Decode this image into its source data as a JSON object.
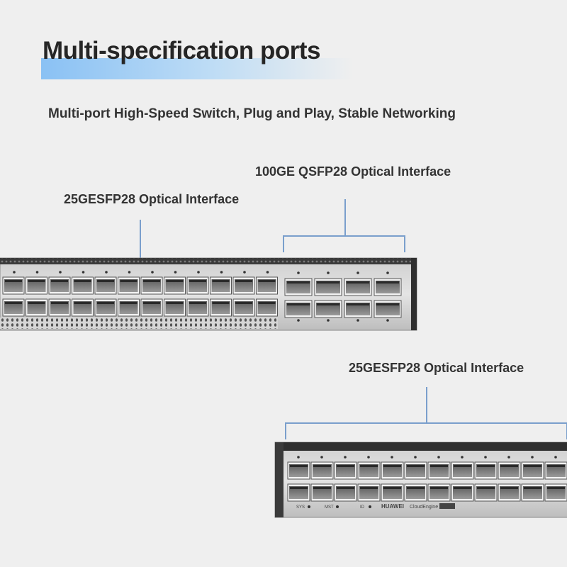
{
  "header": {
    "title": "Multi-specification ports",
    "subtitle": "Multi-port High-Speed Switch, Plug and Play, Stable Networking"
  },
  "callouts": {
    "qsfp_label": "100GE QSFP28 Optical Interface",
    "sfp_label_front": "25GESFP28 Optical Interface",
    "sfp_label_second": "25GESFP28 Optical Interface"
  },
  "device_panel": {
    "brand": "HUAWEI",
    "product_line": "CloudEngine",
    "indicators": [
      "SYS",
      "MST",
      "ID"
    ]
  },
  "colors": {
    "background": "#efefef",
    "title_highlight": "#78b9f5",
    "callout_line": "#7a9fcc"
  }
}
